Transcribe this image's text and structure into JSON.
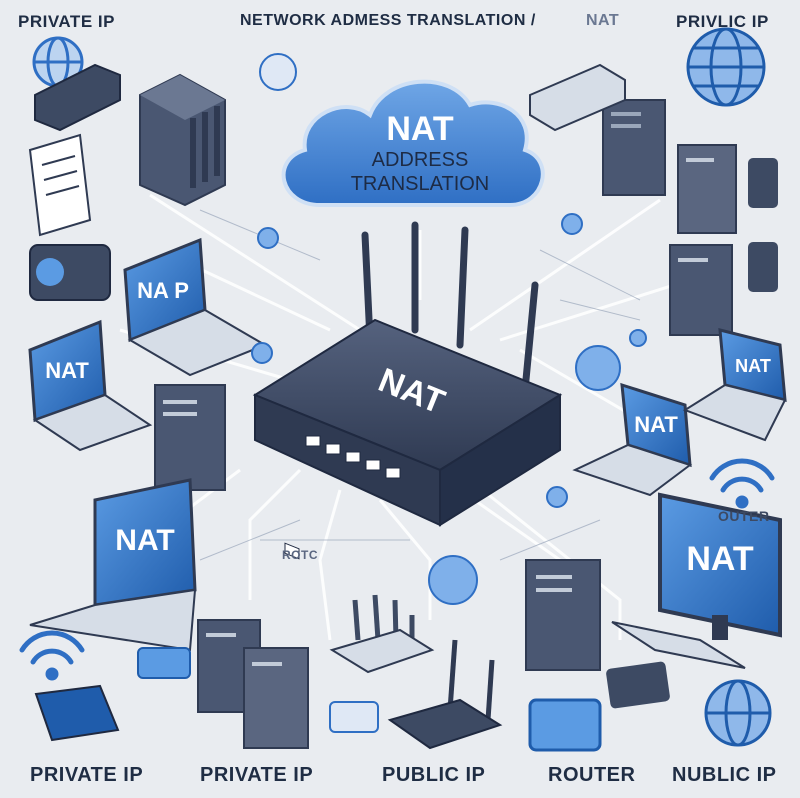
{
  "labels": {
    "top_left": "PRIVATE IP",
    "top_center": "NETWORK ADMESS TRANSLATION /",
    "top_center_suffix": "NAT",
    "top_right": "PRIVLIC IP",
    "right_router": "OUTER",
    "cable_label": "ROTC",
    "bottom": [
      "PRIVATE IP",
      "PRIVATE IP",
      "PUBLIC IP",
      "ROUTER",
      "NUBLIC IP"
    ]
  },
  "cloud": {
    "line1": "NAT",
    "line2": "ADDRESS",
    "line3": "TRANSLATION"
  },
  "router": {
    "label": "NAT"
  },
  "screens": {
    "laptop_a": "NA P",
    "laptop_b": "NAT",
    "laptop_c": "NAT",
    "laptop_d": "NAT",
    "laptop_e": "NAT",
    "monitor": "NAT"
  },
  "colors": {
    "background": "#e9ecf0",
    "accent_blue": "#2f6fc4",
    "device_dark": "#3d4a63",
    "line": "#ffffff",
    "text": "#1f2d44"
  }
}
